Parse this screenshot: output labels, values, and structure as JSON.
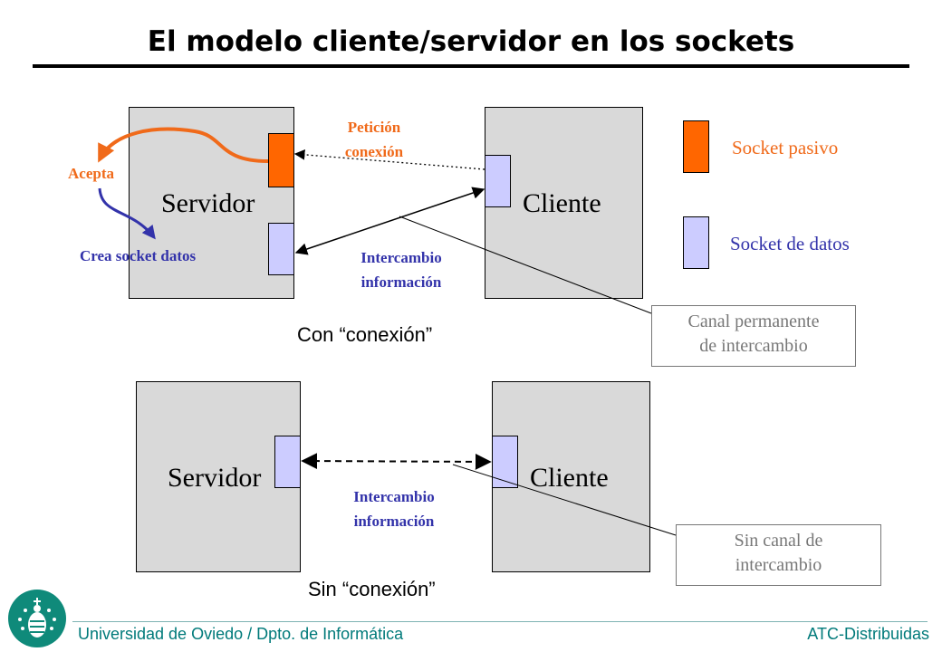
{
  "title": "El modelo cliente/servidor en los sockets",
  "top_diagram": {
    "server_label": "Servidor",
    "client_label": "Cliente",
    "request_label": [
      "Petición",
      "conexión"
    ],
    "accept_label": "Acepta",
    "create_label": "Crea socket datos",
    "exchange_label": [
      "Intercambio",
      "información"
    ],
    "caption": "Con “conexión”"
  },
  "bottom_diagram": {
    "server_label": "Servidor",
    "client_label": "Cliente",
    "exchange_label": [
      "Intercambio",
      "información"
    ],
    "caption": "Sin “conexión”"
  },
  "legend": {
    "passive": "Socket pasivo",
    "data": "Socket de datos"
  },
  "callouts": {
    "permanent": [
      "Canal permanente",
      "de intercambio"
    ],
    "none": [
      "Sin canal de",
      "intercambio"
    ]
  },
  "colors": {
    "passive_socket": "#ff6600",
    "data_socket": "#ccccff",
    "box": "#d9d9d9",
    "orange_text": "#f06a1a",
    "blue_text": "#3333aa",
    "footer_text": "#007a7a"
  },
  "footer": {
    "left": "Universidad de Oviedo / Dpto. de Informática",
    "right": "ATC-Distribuidas"
  }
}
